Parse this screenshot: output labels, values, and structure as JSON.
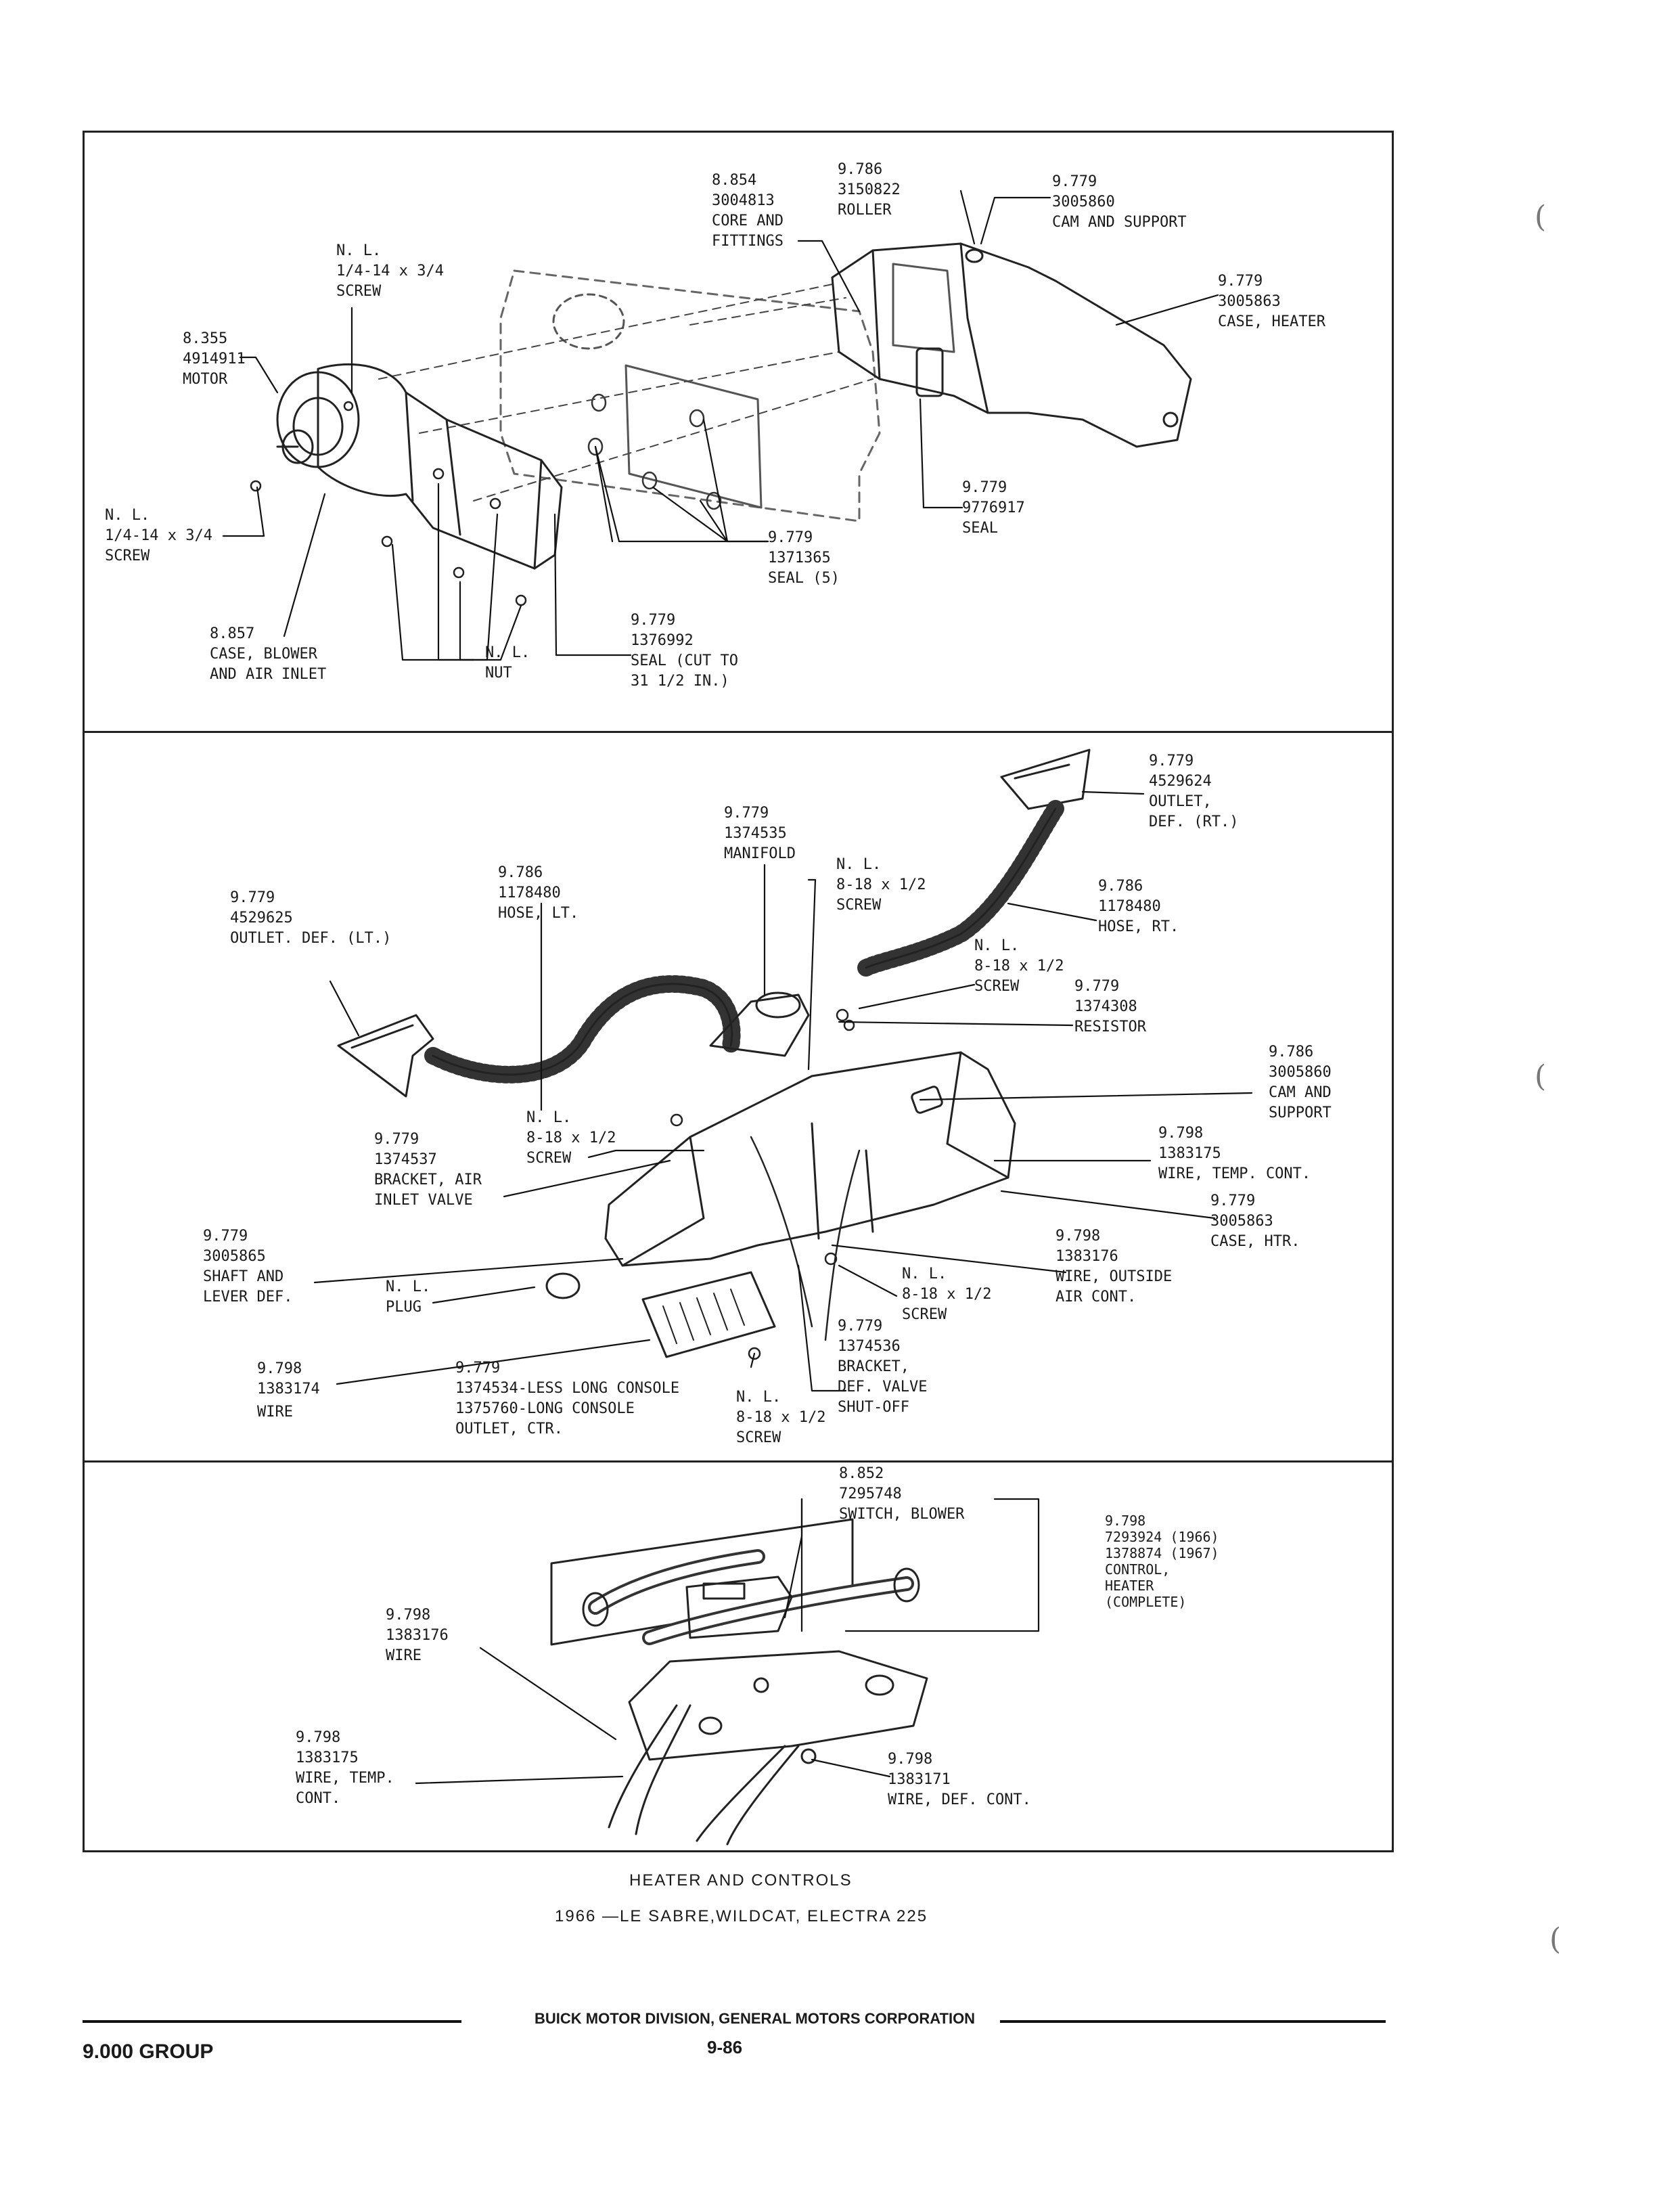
{
  "panels": {
    "top": [
      {
        "id": "core",
        "lines": [
          "8.854",
          "3004813",
          "CORE AND",
          "FITTINGS"
        ]
      },
      {
        "id": "roller",
        "lines": [
          "9.786",
          "3150822",
          "ROLLER"
        ]
      },
      {
        "id": "cam-top",
        "lines": [
          "9.779",
          "3005860",
          "CAM AND SUPPORT"
        ]
      },
      {
        "id": "case-heater",
        "lines": [
          "9.779",
          "3005863",
          "CASE, HEATER"
        ]
      },
      {
        "id": "screw-top",
        "lines": [
          "N. L.",
          "1/4-14 x 3/4",
          "SCREW"
        ]
      },
      {
        "id": "motor",
        "lines": [
          "8.355",
          "4914911",
          "MOTOR"
        ]
      },
      {
        "id": "screw-left",
        "lines": [
          "N. L.",
          "1/4-14 x 3/4",
          "SCREW"
        ]
      },
      {
        "id": "seal-9776917",
        "lines": [
          "9.779",
          "9776917",
          "SEAL"
        ]
      },
      {
        "id": "seal-5",
        "lines": [
          "9.779",
          "1371365",
          "SEAL (5)"
        ]
      },
      {
        "id": "seal-cut",
        "lines": [
          "9.779",
          "1376992",
          "SEAL (CUT TO",
          "31 1/2 IN.)"
        ]
      },
      {
        "id": "case-blower",
        "lines": [
          "8.857",
          "CASE, BLOWER",
          "AND AIR INLET"
        ]
      },
      {
        "id": "nut",
        "lines": [
          "N. L.",
          "NUT"
        ]
      }
    ],
    "middle": [
      {
        "id": "outlet-rt",
        "lines": [
          "9.779",
          "4529624",
          "OUTLET,",
          "DEF. (RT.)"
        ]
      },
      {
        "id": "manifold",
        "lines": [
          "9.779",
          "1374535",
          "MANIFOLD"
        ]
      },
      {
        "id": "screw-m1",
        "lines": [
          "N. L.",
          "8-18 x 1/2",
          "SCREW"
        ]
      },
      {
        "id": "hose-lt",
        "lines": [
          "9.786",
          "1178480",
          "HOSE, LT."
        ]
      },
      {
        "id": "hose-rt",
        "lines": [
          "9.786",
          "1178480",
          "HOSE, RT."
        ]
      },
      {
        "id": "outlet-lt",
        "lines": [
          "9.779",
          "4529625",
          "OUTLET. DEF. (LT.)"
        ]
      },
      {
        "id": "screw-m2",
        "lines": [
          "N. L.",
          "8-18 x 1/2",
          "SCREW"
        ]
      },
      {
        "id": "resistor",
        "lines": [
          "9.779",
          "1374308",
          "RESISTOR"
        ]
      },
      {
        "id": "cam-mid",
        "lines": [
          "9.786",
          "3005860",
          "CAM AND",
          "SUPPORT"
        ]
      },
      {
        "id": "screw-m3",
        "lines": [
          "N. L.",
          "8-18 x 1/2",
          "SCREW"
        ]
      },
      {
        "id": "bracket-air",
        "lines": [
          "9.779",
          "1374537",
          "BRACKET, AIR",
          "INLET VALVE"
        ]
      },
      {
        "id": "wire-temp",
        "lines": [
          "9.798",
          "1383175",
          "WIRE, TEMP. CONT."
        ]
      },
      {
        "id": "case-htr",
        "lines": [
          "9.779",
          "3005863",
          "CASE, HTR."
        ]
      },
      {
        "id": "shaft",
        "lines": [
          "9.779",
          "3005865",
          "SHAFT AND",
          "LEVER DEF."
        ]
      },
      {
        "id": "wire-outside",
        "lines": [
          "9.798",
          "1383176",
          "WIRE, OUTSIDE",
          "AIR CONT."
        ]
      },
      {
        "id": "plug",
        "lines": [
          "N. L.",
          "PLUG"
        ]
      },
      {
        "id": "screw-m4",
        "lines": [
          "N. L.",
          "8-18 x 1/2",
          "SCREW"
        ]
      },
      {
        "id": "bracket-def",
        "lines": [
          "9.779",
          "1374536",
          "BRACKET,",
          "DEF. VALVE",
          "SHUT-OFF"
        ]
      },
      {
        "id": "wire-1383174",
        "lines": [
          "9.798",
          "1383174",
          "",
          "WIRE"
        ]
      },
      {
        "id": "outlet-ctr",
        "lines": [
          "9.779",
          "1374534-LESS LONG CONSOLE",
          "1375760-LONG CONSOLE",
          "OUTLET, CTR."
        ]
      },
      {
        "id": "screw-m5",
        "lines": [
          "N. L.",
          "8-18 x 1/2",
          "SCREW"
        ]
      }
    ],
    "bottom": [
      {
        "id": "switch-blower",
        "lines": [
          "8.852",
          "7295748",
          "SWITCH, BLOWER"
        ]
      },
      {
        "id": "control-heater",
        "lines": [
          "9.798",
          "7293924 (1966)",
          "1378874 (1967)",
          "CONTROL,",
          "HEATER",
          "(COMPLETE)"
        ]
      },
      {
        "id": "wire-b1",
        "lines": [
          "9.798",
          "1383176",
          "WIRE"
        ]
      },
      {
        "id": "wire-b2",
        "lines": [
          "9.798",
          "1383175",
          "WIRE, TEMP.",
          "CONT."
        ]
      },
      {
        "id": "wire-def",
        "lines": [
          "9.798",
          "1383171",
          "WIRE, DEF. CONT."
        ]
      }
    ]
  },
  "caption": {
    "title": "HEATER AND CONTROLS",
    "subtitle": "1966 —LE SABRE,WILDCAT, ELECTRA 225"
  },
  "footer": {
    "publisher": "BUICK MOTOR DIVISION, GENERAL MOTORS CORPORATION",
    "group": "9.000 GROUP",
    "page": "9-86"
  }
}
